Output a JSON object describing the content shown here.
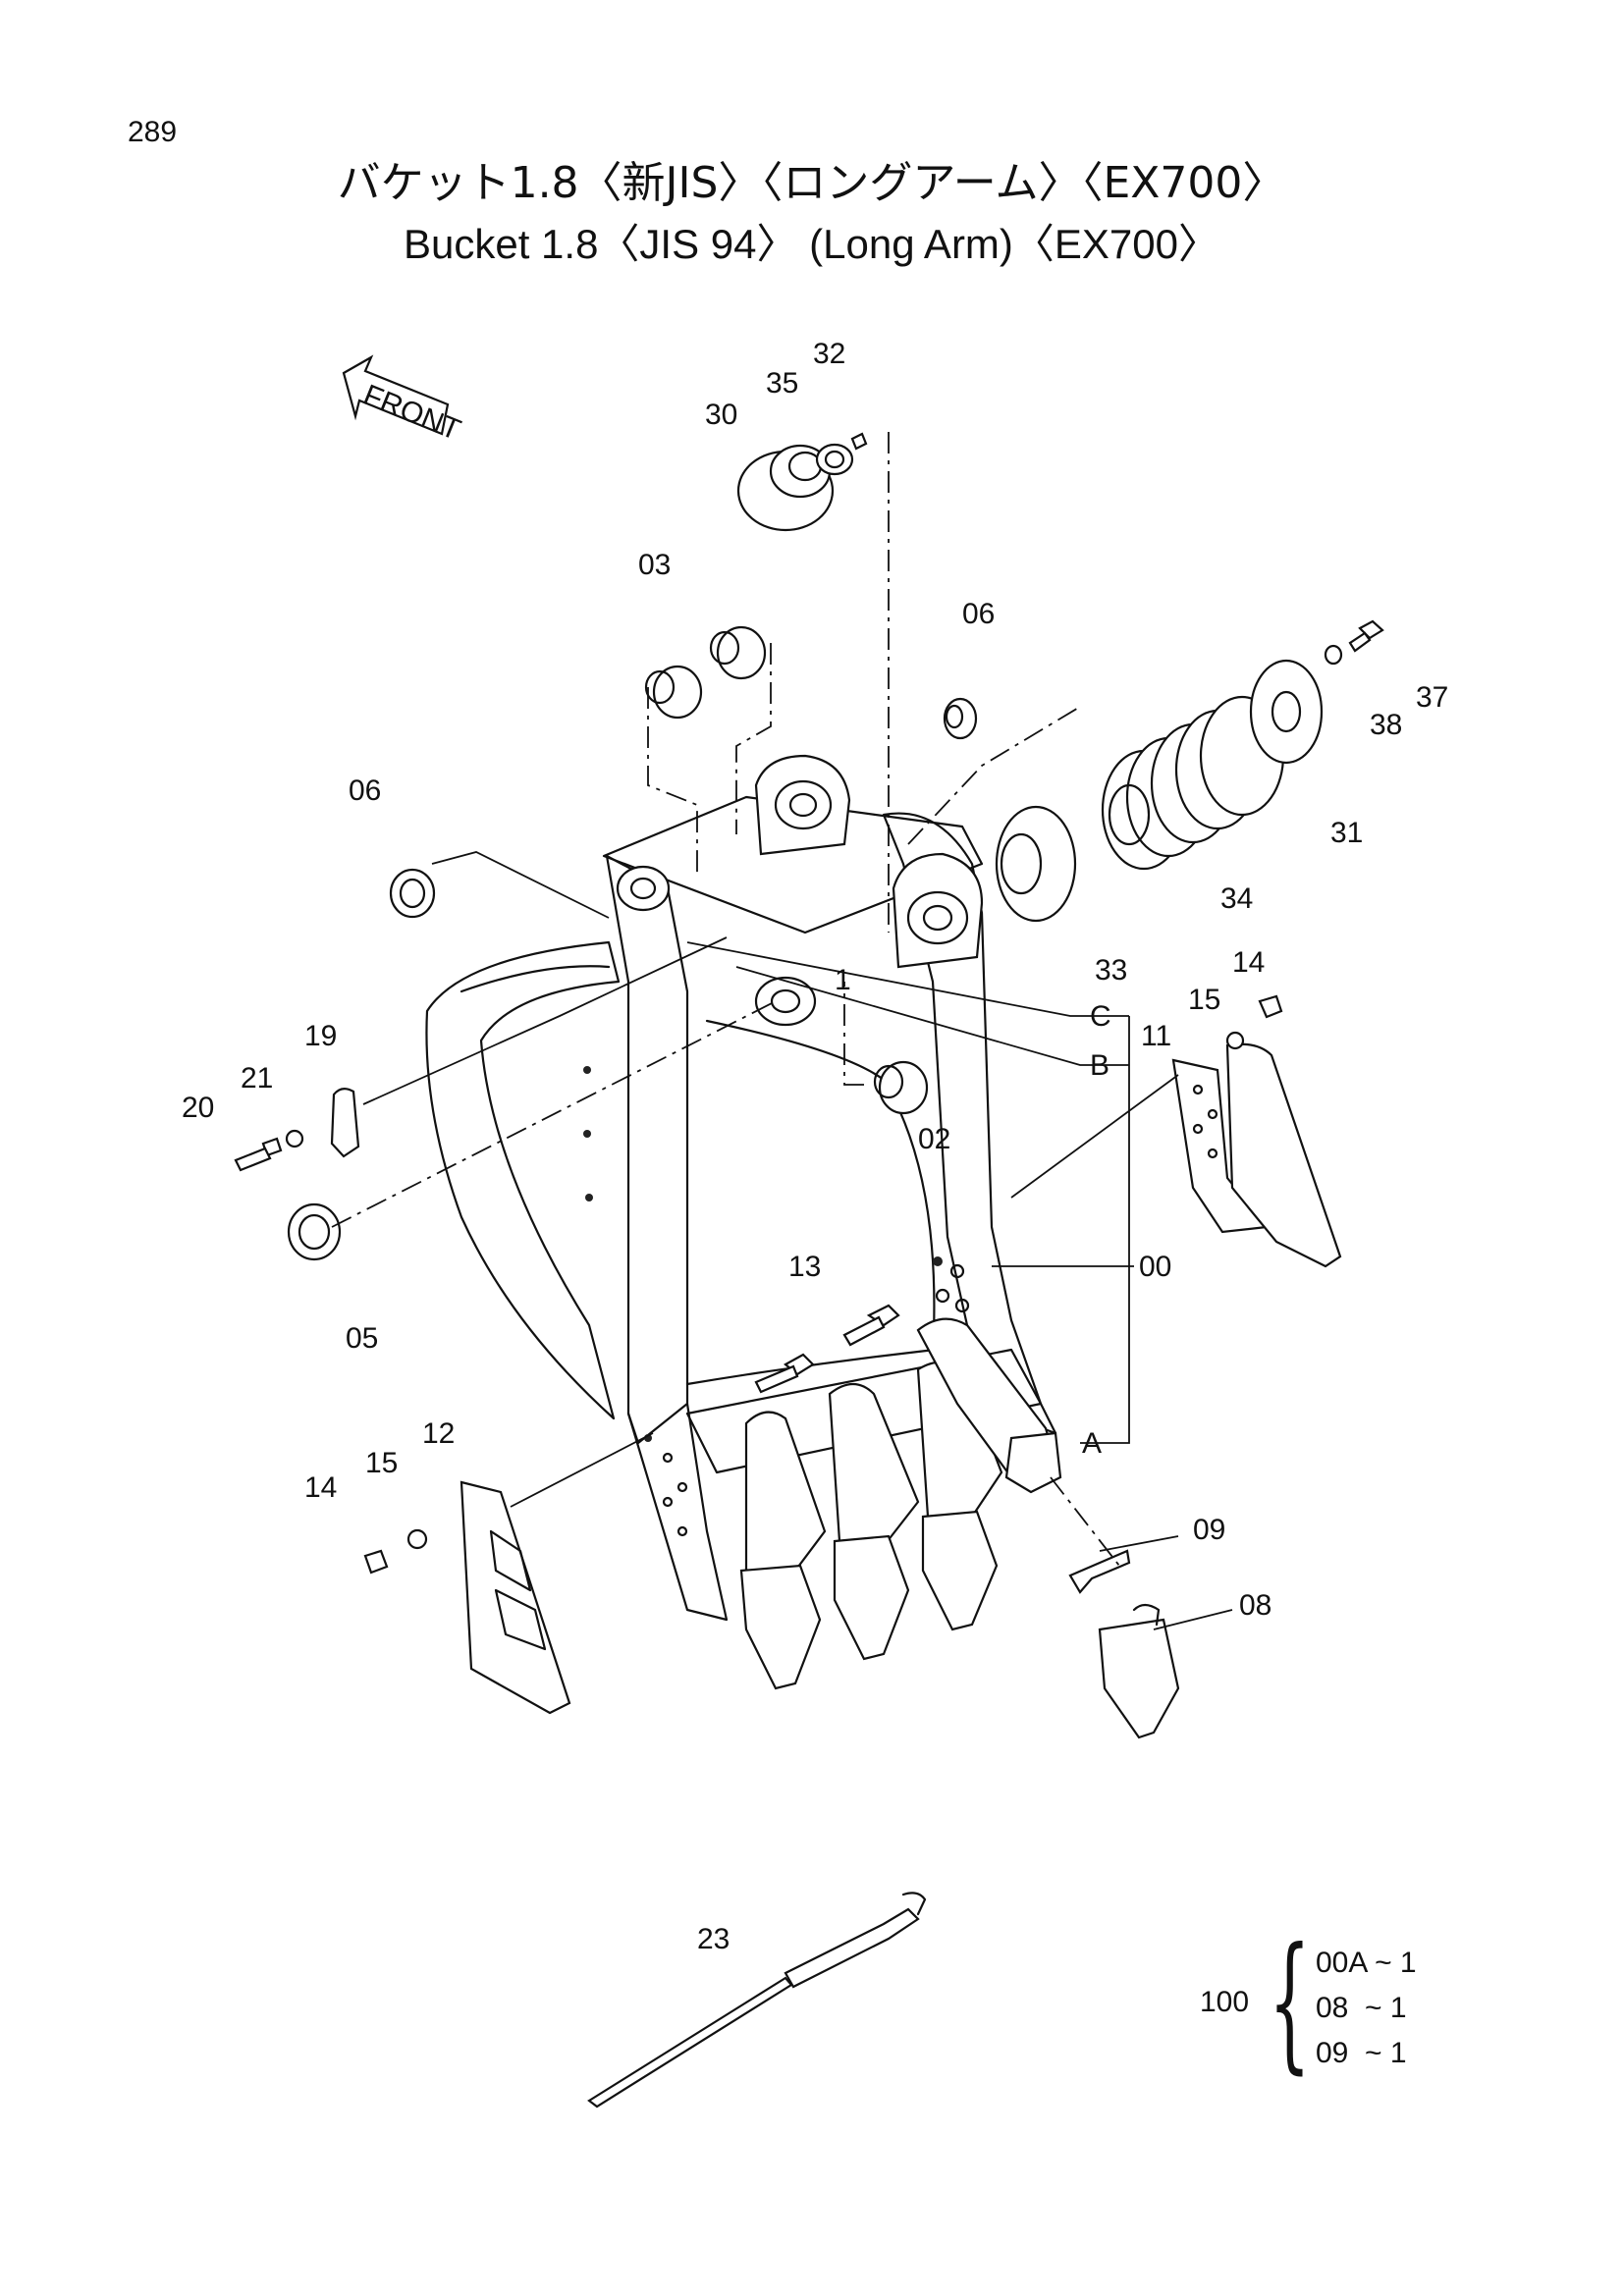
{
  "page": {
    "number": "289"
  },
  "titles": {
    "japanese": "バケット1.8〈新JIS〉〈ロングアーム〉〈EX700〉",
    "english": "Bucket 1.8〈JIS 94〉 (Long Arm)〈EX700〉"
  },
  "front_marker": {
    "label": "FRONT",
    "icon": "arrow-left-icon"
  },
  "callouts": [
    "32",
    "35",
    "30",
    "03",
    "06",
    "06",
    "37",
    "38",
    "31",
    "34",
    "33",
    "14",
    "15",
    "11",
    "C",
    "B",
    "1",
    "19",
    "21",
    "20",
    "02",
    "05",
    "00",
    "13",
    "A",
    "12",
    "15",
    "14",
    "09",
    "08",
    "23"
  ],
  "assembly": {
    "code": "100",
    "items": [
      {
        "part": "00A",
        "qty": "~ 1"
      },
      {
        "part": "08",
        "qty": "~ 1"
      },
      {
        "part": "09",
        "qty": "~ 1"
      }
    ]
  }
}
